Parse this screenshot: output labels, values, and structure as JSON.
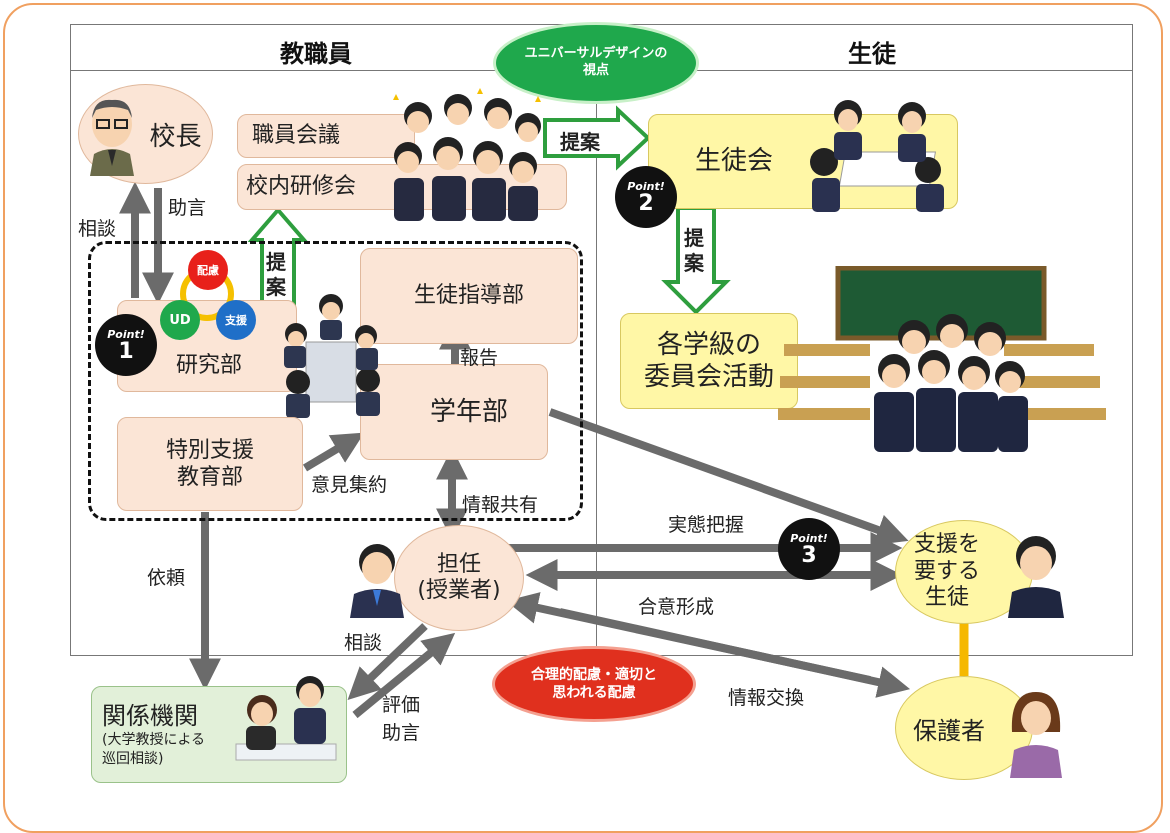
{
  "headers": {
    "staff": "教職員",
    "students": "生徒",
    "ud_viewpoint": "ユニバーサルデザインの\n視点"
  },
  "nodes": {
    "principal": "校長",
    "staff_meeting": "職員会議",
    "in_school_training": "校内研修会",
    "research_dept": "研究部",
    "guidance_dept": "生徒指導部",
    "grade_dept": "学年部",
    "special_support_dept": "特別支援\n教育部",
    "homeroom_teacher": "担任\n(授業者)",
    "student_council": "生徒会",
    "class_committees": "各学級の\n委員会活動",
    "student_needing_support": "支援を\n要する\n生徒",
    "related_agencies_title": "関係機関",
    "related_agencies_sub": "(大学教授による\n巡回相談)",
    "guardian": "保護者"
  },
  "research_cycle": {
    "top": "配慮",
    "left": "UD",
    "right": "支援"
  },
  "labels": {
    "consult": "相談",
    "advice": "助言",
    "proposal_vertical": "提\n案",
    "proposal_right": "提案",
    "proposal_down": "提\n案",
    "report": "報告",
    "opinion_collection": "意見集約",
    "info_sharing": "情報共有",
    "request": "依頼",
    "grasp_situation": "実態把握",
    "consensus": "合意形成",
    "consult_teacher": "相談",
    "evaluation_advice": "評価\n助言",
    "info_exchange": "情報交換",
    "reasonable_accommodation": "合理的配慮・適切と\n思われる配慮"
  },
  "points": [
    {
      "label": "Point!",
      "number": "1"
    },
    {
      "label": "Point!",
      "number": "2"
    },
    {
      "label": "Point!",
      "number": "3"
    }
  ],
  "colors": {
    "pink_box": "#fbe5d6",
    "yellow_box": "#fff7a6",
    "green_box": "#e2f0d9",
    "arrow_gray": "#6b6b6b",
    "proposal_green": "#2e9e3e",
    "ud_pill": "#20a04a",
    "accommodation_pill": "#e0301e",
    "outer_border": "#f0a060",
    "guardian_link": "#f5b800"
  }
}
